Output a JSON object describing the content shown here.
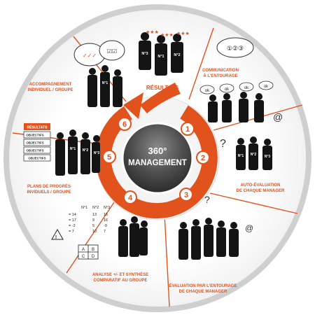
{
  "center": {
    "line1": "360°",
    "line2": "MANAGEMENT"
  },
  "steps": [
    "1",
    "2",
    "3",
    "4",
    "5",
    "6"
  ],
  "segments": {
    "resultats": "RÉSULTATS",
    "communication": [
      "COMMUNICATION",
      "À L'ENTOURAGE"
    ],
    "auto_evaluation": [
      "AUTO-ÉVALUATION",
      "DE CHAQUE MANAGER"
    ],
    "evaluation_entourage": [
      "ÉVALUATION PAR L'ENTOURAGE",
      "DE CHAQUE MANAGER"
    ],
    "analyse": [
      "ANALYSE +/- ET SYNTHÈSE",
      "COMPARATIF AU GROUPE"
    ],
    "plans": [
      "PLANS DE PROGRÈS",
      "INVIDUELS / GROUPE"
    ],
    "accompagnement": [
      "ACCOMPAGNEMENT",
      "INDIVIDUEL / GROUPE"
    ]
  },
  "podium_labels": [
    "N°3",
    "N°1",
    "N°2"
  ],
  "badge_labels": [
    "N°1",
    "N°2",
    "N°3"
  ],
  "analysis_table": {
    "headers": [
      "N°1",
      "N°2",
      "N°3"
    ],
    "rows": [
      [
        "= 14",
        "13",
        "15"
      ],
      [
        "= 17",
        "9",
        "16"
      ],
      [
        "= -2",
        "5",
        "-9"
      ],
      [
        "= 7",
        "10",
        "7"
      ]
    ]
  },
  "matrix_cells": [
    "A",
    "B",
    "C",
    "D"
  ],
  "objectives_card": {
    "title": "RÉSULTATS",
    "items": [
      "OBJECTIFS",
      "OBJECTIFS",
      "OBJECTIFS",
      "OBJECTIFS"
    ]
  },
  "ok_bubbles": [
    "ok",
    "ok",
    "ok",
    "ok"
  ],
  "colors": {
    "accent": "#e2521d",
    "ring": "#ffffff",
    "outer": "#cfcfcf",
    "silhouette": "#141414"
  }
}
